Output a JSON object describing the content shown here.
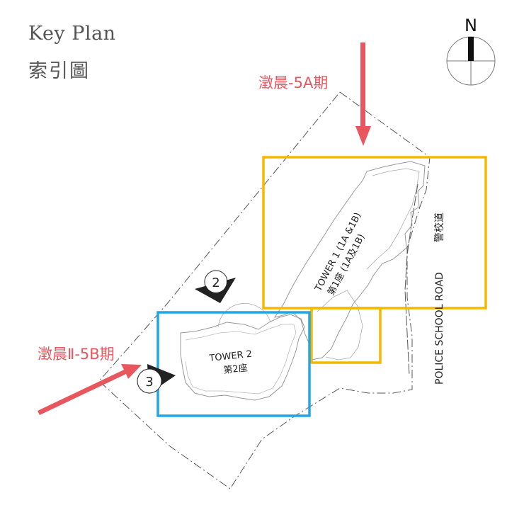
{
  "title": {
    "en": "Key Plan",
    "zh": "索引圖"
  },
  "north": {
    "label": "N"
  },
  "phases": {
    "phase_5a": "澂晨-5A期",
    "phase_5b": "澂晨Ⅱ-5B期"
  },
  "towers": {
    "tower1": {
      "line1": "TOWER 1 (1A &1B)",
      "line2": "第1座 (1A及1B)"
    },
    "tower2": {
      "line1": "TOWER 2",
      "line2": "第2座"
    }
  },
  "road": {
    "en": "POLICE SCHOOL ROAD",
    "zh": "警校道"
  },
  "views": {
    "view2": "2",
    "view3": "3"
  },
  "colors": {
    "tower1_box": "#f5b800",
    "tower2_box": "#1ea6e6",
    "arrow": "#e8565e",
    "outline": "#999999"
  }
}
